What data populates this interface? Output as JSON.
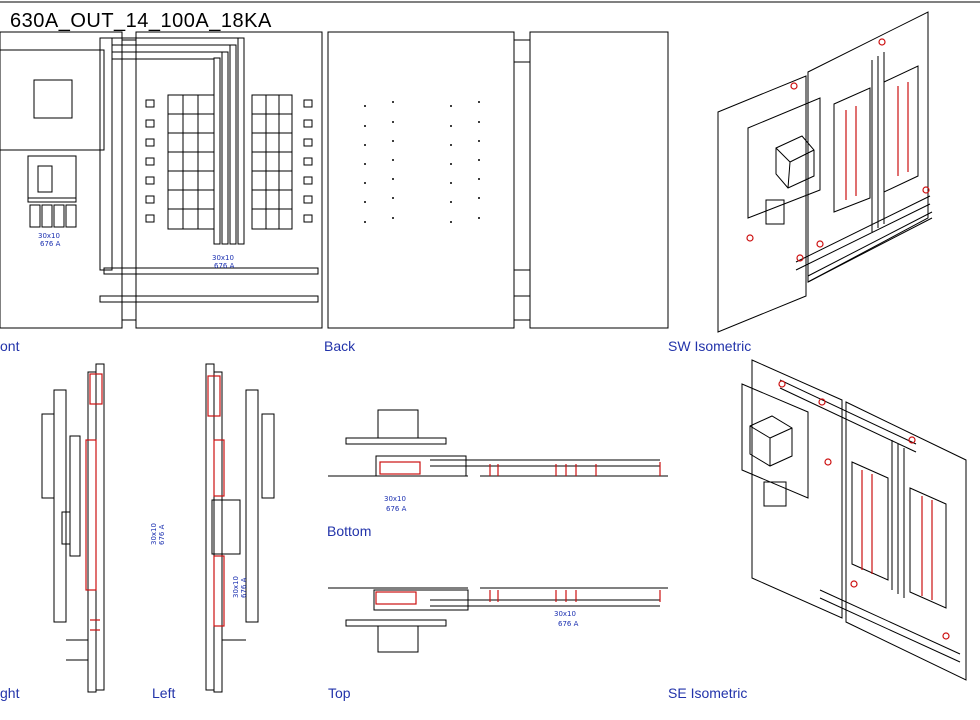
{
  "drawing": {
    "title": "630A_OUT_14_100A_18KA",
    "views": {
      "front": "ont",
      "back": "Back",
      "sw_iso": "SW Isometric",
      "right": "ght",
      "left": "Left",
      "bottom": "Bottom",
      "top": "Top",
      "se_iso": "SE Isometric"
    },
    "busbar": {
      "size": "30x10",
      "rating": "676 A"
    },
    "colors": {
      "line": "#000000",
      "label": "#2233aa",
      "breaker_red": "#cc1111",
      "annotation_blue": "#1a2fb0"
    }
  }
}
